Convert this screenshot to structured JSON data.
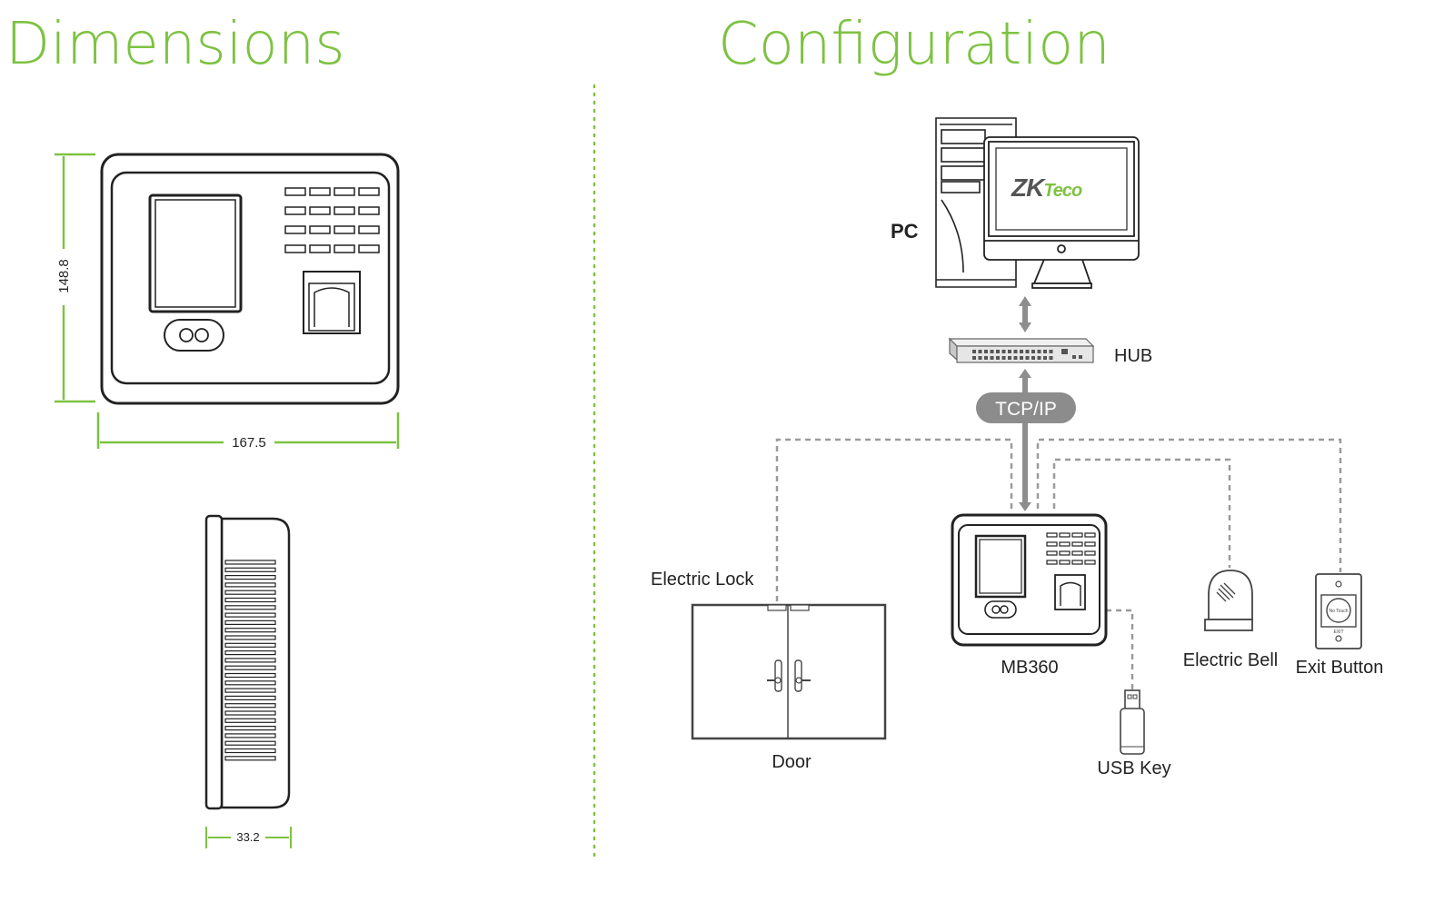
{
  "left": {
    "title": "Dimensions",
    "front": {
      "height_label": "148.8",
      "width_label": "167.5"
    },
    "side": {
      "depth_label": "33.2"
    }
  },
  "right": {
    "title": "Configuration",
    "pc": {
      "label": "PC",
      "logo_text": "ZKTeco"
    },
    "hub": {
      "label": "HUB"
    },
    "link": {
      "label": "TCP/IP"
    },
    "device": {
      "label": "MB360"
    },
    "electric_lock": {
      "label": "Electric Lock"
    },
    "door": {
      "label": "Door"
    },
    "usb_key": {
      "label": "USB Key"
    },
    "electric_bell": {
      "label": "Electric Bell"
    },
    "exit_button": {
      "label": "Exit Button",
      "face_text": "No Touch",
      "exit_text": "EXIT"
    }
  },
  "colors": {
    "accent": "#7dc242",
    "ink": "#222222",
    "line": "#9a9a9a"
  }
}
